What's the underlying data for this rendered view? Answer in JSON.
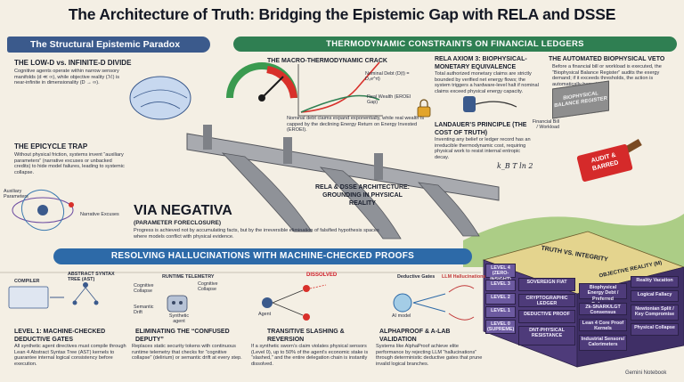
{
  "title": "The Architecture of Truth: Bridging the Epistemic Gap with RELA and DSSE",
  "banners": {
    "left": "The Structural Epistemic Paradox",
    "right": "THERMODYNAMIC CONSTRAINTS ON FINANCIAL LEDGERS",
    "bottom": "RESOLVING HALLUCINATIONS WITH MACHINE-CHECKED PROOFS"
  },
  "low_d": {
    "heading": "THE LOW-D vs. INFINITE-D DIVIDE",
    "body": "Cognitive agents operate within narrow sensory manifolds (d ≪ ∞), while objective reality (ℳ) is near-infinite in dimensionality (D → ∞)."
  },
  "epicycle": {
    "heading": "THE EPICYCLE TRAP",
    "body": "Without physical friction, systems invent “auxiliary parameters” (narrative excuses or unbacked credits) to hide model failures, leading to systemic collapse.",
    "label_aux": "Auxiliary Parameters",
    "label_narr": "Narrative Excuses"
  },
  "via": {
    "heading": "VIA NEGATIVA",
    "sub": "(PARAMETER FORECLOSURE)",
    "body": "Progress is achieved not by accumulating facts, but by the irreversible elimination of falsified hypothesis spaces where models conflict with physical evidence."
  },
  "crack": {
    "heading": "THE MACRO-THERMODYNAMIC CRACK",
    "nominal": "Nominal Debt (D(t) = D₀e^rt)",
    "real": "Real Wealth (EROEI Gap)",
    "body": "Nominal debt claims expand exponentially, while real wealth is capped by the declining Energy Return on Energy Invested (EROEI)."
  },
  "axiom": {
    "heading": "RELA AXIOM 3: BIOPHYSICAL-MONETARY EQUIVALENCE",
    "body": "Total authorized monetary claims are strictly bounded by verified net energy flows; the system triggers a hardware-level halt if nominal claims exceed physical energy capacity."
  },
  "landauer": {
    "heading": "LANDAUER’S PRINCIPLE (THE COST OF TRUTH)",
    "body": "Inventing any belief or ledger record has an irreducible thermodynamic cost, requiring physical work to resist internal entropic decay.",
    "formula": "k_B T ln 2"
  },
  "veto": {
    "heading": "THE AUTOMATED BIOPHYSICAL VETO",
    "body": "Before a financial bill or workload is executed, the “Biophysical Balance Register” audits the exergy demand; if it exceeds thresholds, the action is automatically barred.",
    "register": "BIOPHYSICAL BALANCE REGISTER",
    "bill": "Financial Bill / Workload",
    "stamp": "AUDIT & BARRED"
  },
  "bridge": {
    "heading": "RELA & DSSE ARCHITECTURE: GROUNDING IN PHYSICAL REALITY"
  },
  "level1": {
    "compiler": "COMPILER",
    "ast": "ABSTRACT SYNTAX TREE (AST)",
    "heading": "LEVEL 1: MACHINE-CHECKED DEDUCTIVE GATES",
    "body": "All synthetic agent directives must compile through Lean 4 Abstract Syntax Tree (AST) kernels to guarantee internal logical consistency before execution."
  },
  "deputy": {
    "telemetry": "RUNTIME TELEMETRY",
    "collapse_a": "Cognitive Collapse",
    "collapse_b": "Cognitive Collapse",
    "drift": "Semantic Drift",
    "agent": "Synthetic agent",
    "heading": "ELIMINATING THE “CONFUSED DEPUTY”",
    "body": "Replaces static security tokens with continuous runtime telemetry that checks for “cognitive collapse” (delirium) or semantic drift at every step."
  },
  "slashing": {
    "dissolved": "DISSOLVED",
    "agent": "Agent",
    "heading": "TRANSITIVE SLASHING & REVERSION",
    "body": "If a synthetic sworn’s claim violates physical sensors (Level 0), up to 50% of the agent’s economic stake is “slashed,” and the entire delegation chain is instantly dissolved."
  },
  "alpha": {
    "gates": "Deductive Gates",
    "llm": "LLM Hallucinations",
    "ai": "AI model",
    "heading": "ALPHAPROOF & A-LAB VALIDATION",
    "body": "Systems like AlphaProof achieve elite performance by rejecting LLM “hallucinations” through deterministic deductive gates that prune invalid logical branches."
  },
  "cube": {
    "header": "TRUTH VS. INTEGRITY",
    "matrix": "OBJECTIVE REALITY (M)",
    "levels": [
      "LEVEL 4 (ZERO-INSIGHT)",
      "LEVEL 3",
      "LEVEL 2",
      "LEVEL 1",
      "LEVEL 0 (SUPREME)"
    ],
    "middle": [
      "SOVEREIGN FIAT",
      "CRYPTOGRAPHIC LEDGER",
      "DEDUCTIVE PROOF",
      "DNT-PHYSICAL RESISTANCE"
    ],
    "right": [
      "Reality Vacation",
      "Logical Fallacy",
      "Newtonian Split / Key Compromise",
      "Physical Collapse"
    ],
    "right_inner": [
      "Biophysical Energy Debt / Preferred Enforcers",
      "Zk-SNARK/LGT Consensus",
      "Lean 4 Core Proof Kernels",
      "Industrial Sensors/ Calorimeters"
    ]
  },
  "footer": {
    "brand": "Gemini Notebook"
  },
  "colors": {
    "accent_blue": "#3b5a8c",
    "accent_green": "#2f7f52",
    "alert_red": "#d52a2a",
    "cube_purple": "#4e3b7a"
  }
}
